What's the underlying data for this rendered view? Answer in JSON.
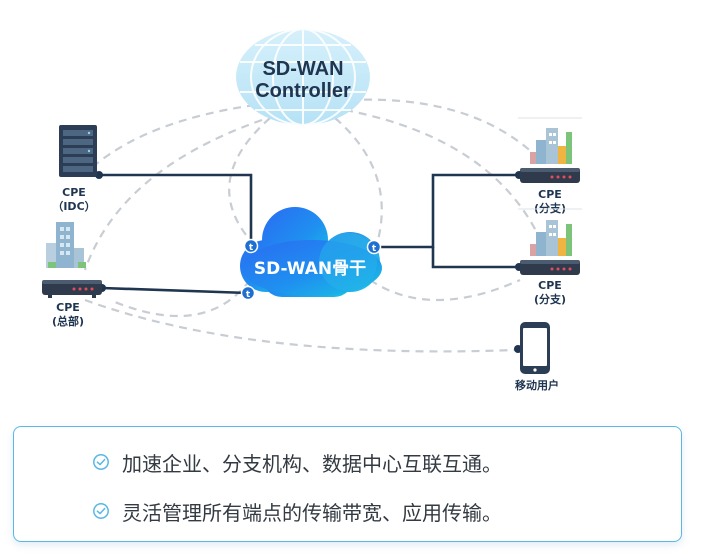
{
  "controller": {
    "line1": "SD-WAN",
    "line2": "Controller"
  },
  "backbone": {
    "label": "SD-WAN骨干",
    "port_glyph": "t"
  },
  "nodes": {
    "idc": {
      "label": "CPE",
      "sublabel": "（IDC）"
    },
    "hq": {
      "label": "CPE",
      "sublabel": "(总部)"
    },
    "branch_top": {
      "label": "CPE",
      "sublabel": "(分支)"
    },
    "branch_bottom": {
      "label": "CPE",
      "sublabel": "(分支)"
    },
    "mobile": {
      "label": "移动用户"
    }
  },
  "features": [
    {
      "text": "加速企业、分支机构、数据中心互联互通。",
      "icon": "check-circle-icon"
    },
    {
      "text": "灵活管理所有端点的传输带宽、应用传输。",
      "icon": "check-circle-icon"
    }
  ],
  "colors": {
    "link_solid": "#1f3550",
    "link_dashed": "#c8cdd3",
    "backbone_gradient": [
      "#2a6cf2",
      "#19c0e3"
    ],
    "controller_globe": "#bfe6f8",
    "box_border": "#5ab7e6"
  }
}
